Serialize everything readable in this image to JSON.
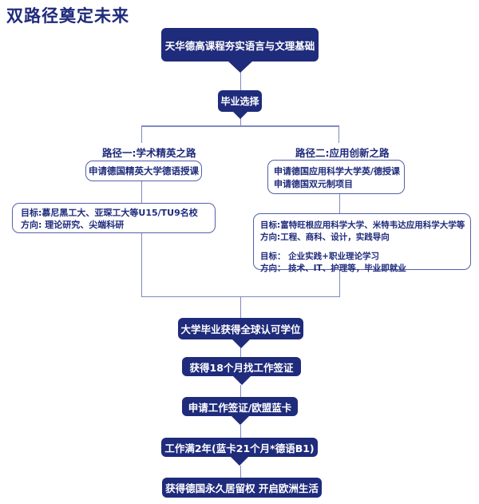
{
  "title": "双路径奠定未来",
  "colors": {
    "navy": "#1f2b7b",
    "connector_line": "#8089c0",
    "outline_border": "#5560aa",
    "background": "#ffffff",
    "text_on_navy": "#ffffff"
  },
  "flow": {
    "foundation": "天华德高课程夯实语言与文理基础",
    "decision": "毕业选择",
    "path1": {
      "label": "路径一:学术精英之路",
      "apply": "申请德国精英大学德语授课",
      "detail": {
        "line1": "目标:慕尼黑工大、亚琛工大等U15/TU9名校",
        "line2": "方向: 理论研究、尖端科研"
      }
    },
    "path2": {
      "label": "路径二:应用创新之路",
      "apply": {
        "line1": "申请德国应用科学大学英/德授课",
        "line2": "申请德国双元制项目"
      },
      "detail_group1": {
        "line1": "目标:富特旺根应用科学大学、米特韦达应用科学大学等",
        "line2": "方向:工程、商科、设计，实践导向"
      },
      "detail_group2": {
        "line1": "目标： 企业实践+职业理论学习",
        "line2": "方向： 技术、IT、护理等，毕业即就业"
      }
    },
    "steps": [
      "大学毕业获得全球认可学位",
      "获得18个月找工作签证",
      "申请工作签证/欧盟蓝卡",
      "工作满2年(蓝卡21个月*德语B1)",
      "获得德国永久居留权  开启欧洲生活"
    ]
  }
}
